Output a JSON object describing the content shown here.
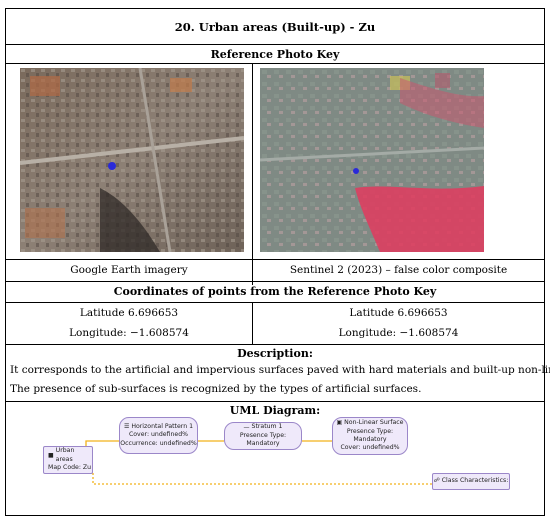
{
  "title": "20. Urban areas (Built-up) - Zu",
  "reference_section": "Reference Photo Key",
  "photos": [
    {
      "caption": "Google Earth imagery"
    },
    {
      "caption": "Sentinel 2 (2023) – false color composite"
    }
  ],
  "coordinates_section": "Coordinates of points from the Reference Photo Key",
  "coordinates": [
    {
      "latitude": "Latitude 6.696653",
      "longitude": "Longitude: −1.608574"
    },
    {
      "latitude": "Latitude 6.696653",
      "longitude": "Longitude: −1.608574"
    }
  ],
  "description_heading": "Description:",
  "description_lines": [
    "It corresponds to the artificial and impervious surfaces paved with hard materials and built-up non-linear.",
    "The presence of sub-surfaces is recognized by the types of artificial surfaces."
  ],
  "uml_heading": "UML Diagram:",
  "uml": {
    "root": {
      "line1": "Urban areas",
      "line2": "Map Code: Zu",
      "icon": "folder-icon"
    },
    "horizontal": {
      "line1": "Horizontal Pattern 1",
      "line2": "Cover: undefined%",
      "line3": "Occurrence: undefined%",
      "icon": "list-icon"
    },
    "stratum": {
      "line1": "Stratum 1",
      "line2": "Presence Type: Mandatory",
      "icon": "minus-icon"
    },
    "nonlinear": {
      "line1": "Non-Linear Surface",
      "line2": "Presence Type: Mandatory",
      "line3": "Cover: undefined%",
      "icon": "shape-icon"
    },
    "characteristics": {
      "line1": "Class Characteristics:",
      "icon": "link-icon"
    },
    "colors": {
      "connector": "#f2b21b",
      "node_border": "#9b87c9",
      "node_fill": "#efe9fa"
    }
  }
}
